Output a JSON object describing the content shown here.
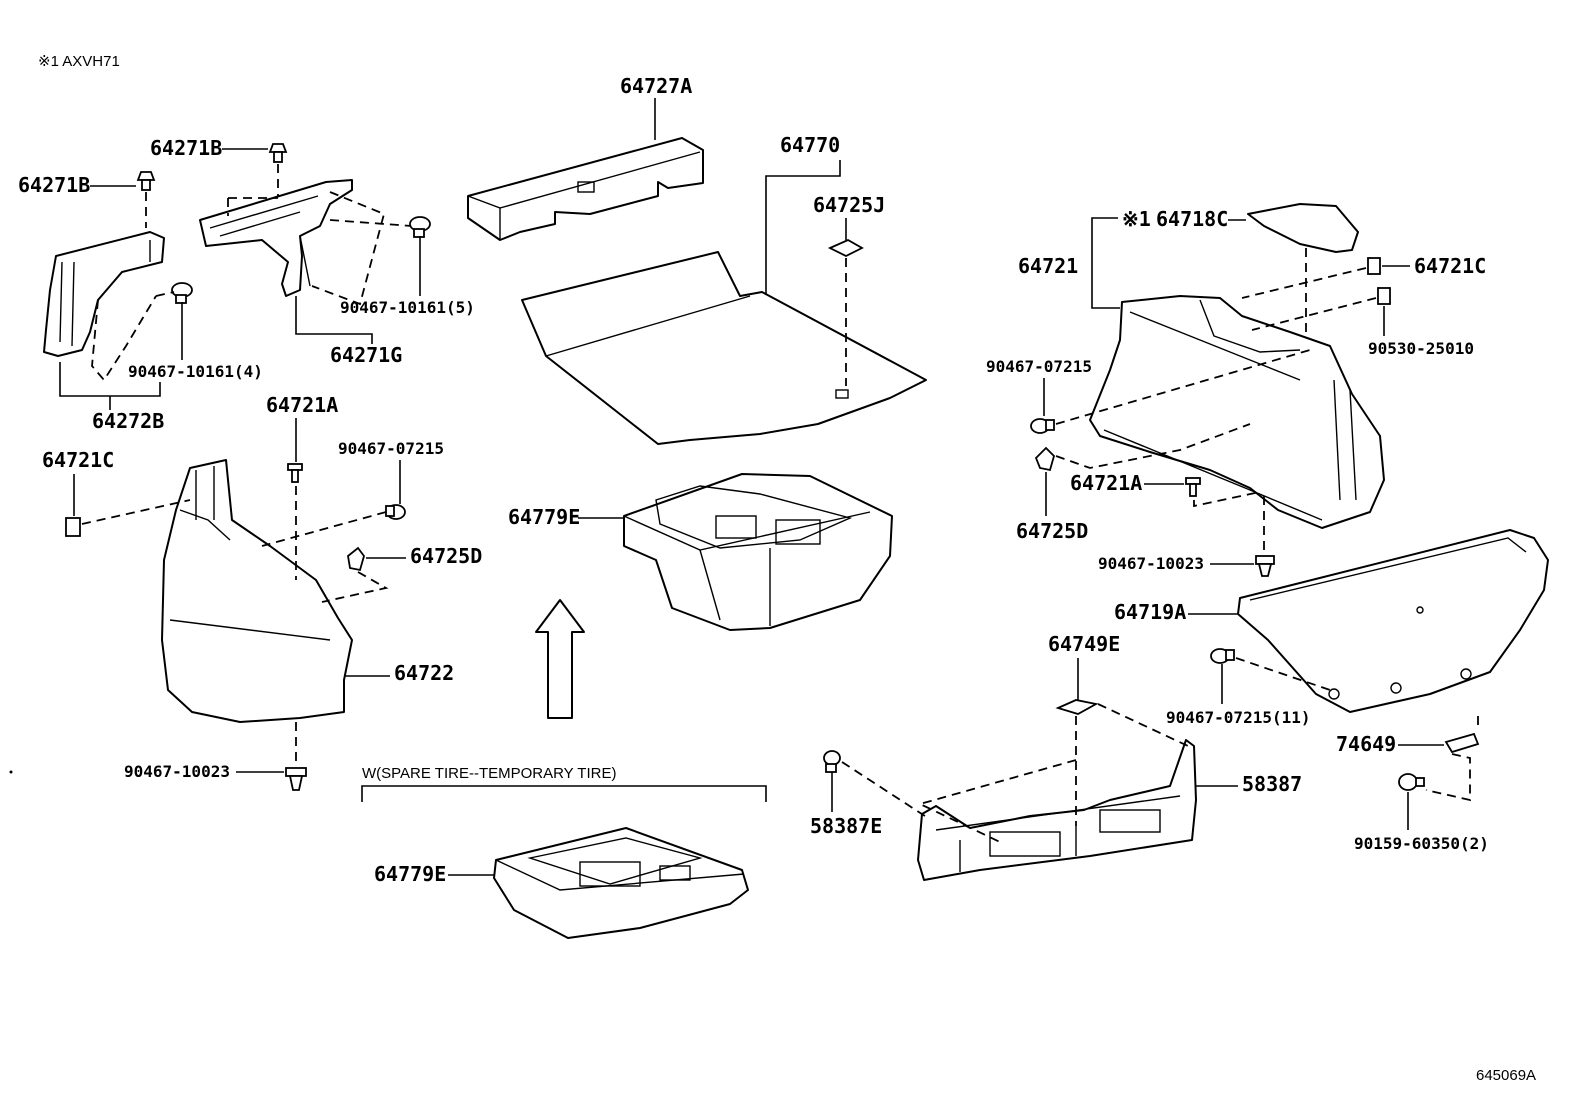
{
  "header": {
    "note": "※1 AXVH71"
  },
  "footer": {
    "diagram_code": "645069A"
  },
  "section": {
    "label": "W(SPARE TIRE--TEMPORARY TIRE)"
  },
  "parts": {
    "p64727A": "64727A",
    "p64770": "64770",
    "p64725J": "64725J",
    "p64271B_top": "64271B",
    "p64271B_left": "64271B",
    "p90467_10161_5": "90467-10161(5)",
    "p64271G": "64271G",
    "p90467_10161_4": "90467-10161(4)",
    "p64272B": "64272B",
    "p64721A_left": "64721A",
    "p64721C_left": "64721C",
    "p90467_07215_left": "90467-07215",
    "p64725D_left": "64725D",
    "p64722": "64722",
    "p90467_10023_left": "90467-10023",
    "p64779E_main": "64779E",
    "p64779E_spare": "64779E",
    "p64718C_mark": "※1",
    "p64718C": "64718C",
    "p64721": "64721",
    "p64721C_right": "64721C",
    "p90530_25010": "90530-25010",
    "p90467_07215_right": "90467-07215",
    "p64721A_right": "64721A",
    "p64725D_right": "64725D",
    "p90467_10023_right": "90467-10023",
    "p64719A": "64719A",
    "p64749E": "64749E",
    "p90467_07215_11": "90467-07215(11)",
    "p74649": "74649",
    "p58387": "58387",
    "p58387E": "58387E",
    "p90159_60350_2": "90159-60350(2)"
  }
}
